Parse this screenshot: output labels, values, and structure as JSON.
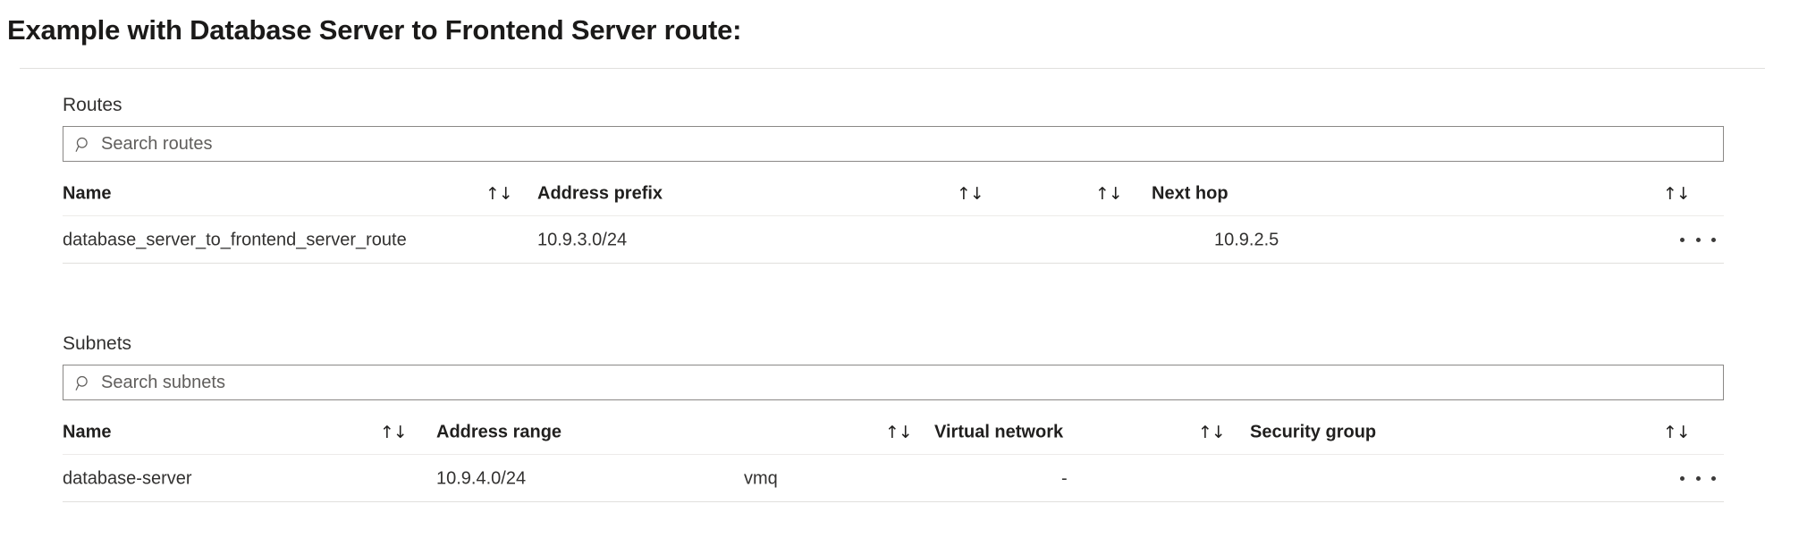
{
  "page": {
    "title": "Example with Database Server to Frontend Server route:"
  },
  "routes_section": {
    "label": "Routes",
    "search": {
      "placeholder": "Search routes",
      "value": "",
      "icon": "search-icon"
    },
    "columns": [
      {
        "label": "Name",
        "sort": "↑↓"
      },
      {
        "label": "Address prefix",
        "sort": "↑↓"
      },
      {
        "label": "Next hop",
        "sort": "↑↓"
      },
      {
        "label": "",
        "sort": "↑↓"
      }
    ],
    "rows": [
      {
        "name": "database_server_to_frontend_server_route",
        "address_prefix": "10.9.3.0/24",
        "next_hop": "10.9.2.5",
        "menu": "more-options"
      }
    ]
  },
  "subnets_section": {
    "label": "Subnets",
    "search": {
      "placeholder": "Search subnets",
      "value": "",
      "icon": "search-icon"
    },
    "columns": [
      {
        "label": "Name",
        "sort": "↑↓"
      },
      {
        "label": "Address range",
        "sort": "↑↓"
      },
      {
        "label": "Virtual network",
        "sort": "↑↓"
      },
      {
        "label": "Security group",
        "sort": "↑↓"
      }
    ],
    "rows": [
      {
        "name": "database-server",
        "address_range": "10.9.4.0/24",
        "virtual_network": "vmq",
        "security_group": "-",
        "menu": "more-options"
      }
    ]
  },
  "colors": {
    "text_primary": "#201f1e",
    "text_secondary": "#605e5c",
    "border": "#8a8886",
    "rule": "#e1dfdd",
    "background": "#ffffff"
  }
}
